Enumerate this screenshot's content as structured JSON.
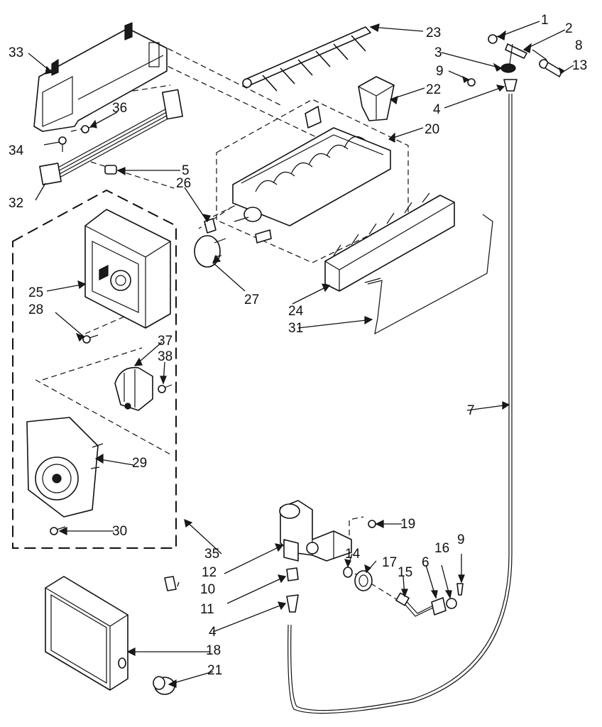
{
  "callouts": [
    {
      "id": "c1",
      "text": "1"
    },
    {
      "id": "c2",
      "text": "2"
    },
    {
      "id": "c3",
      "text": "3"
    },
    {
      "id": "c8",
      "text": "8"
    },
    {
      "id": "c9a",
      "text": "9"
    },
    {
      "id": "c13",
      "text": "13"
    },
    {
      "id": "c4a",
      "text": "4"
    },
    {
      "id": "c23",
      "text": "23"
    },
    {
      "id": "c22",
      "text": "22"
    },
    {
      "id": "c20",
      "text": "20"
    },
    {
      "id": "c33",
      "text": "33"
    },
    {
      "id": "c36",
      "text": "36"
    },
    {
      "id": "c34",
      "text": "34"
    },
    {
      "id": "c5",
      "text": "5"
    },
    {
      "id": "c32",
      "text": "32"
    },
    {
      "id": "c26",
      "text": "26"
    },
    {
      "id": "c27",
      "text": "27"
    },
    {
      "id": "c25",
      "text": "25"
    },
    {
      "id": "c28",
      "text": "28"
    },
    {
      "id": "c24",
      "text": "24"
    },
    {
      "id": "c31",
      "text": "31"
    },
    {
      "id": "c37",
      "text": "37"
    },
    {
      "id": "c38",
      "text": "38"
    },
    {
      "id": "c7",
      "text": "7"
    },
    {
      "id": "c29",
      "text": "29"
    },
    {
      "id": "c30",
      "text": "30"
    },
    {
      "id": "c19",
      "text": "19"
    },
    {
      "id": "c35",
      "text": "35"
    },
    {
      "id": "c14",
      "text": "14"
    },
    {
      "id": "c17",
      "text": "17"
    },
    {
      "id": "c12",
      "text": "12"
    },
    {
      "id": "c10",
      "text": "10"
    },
    {
      "id": "c15",
      "text": "15"
    },
    {
      "id": "c6",
      "text": "6"
    },
    {
      "id": "c16",
      "text": "16"
    },
    {
      "id": "c9b",
      "text": "9"
    },
    {
      "id": "c11",
      "text": "11"
    },
    {
      "id": "c4b",
      "text": "4"
    },
    {
      "id": "c18",
      "text": "18"
    },
    {
      "id": "c21",
      "text": "21"
    }
  ]
}
